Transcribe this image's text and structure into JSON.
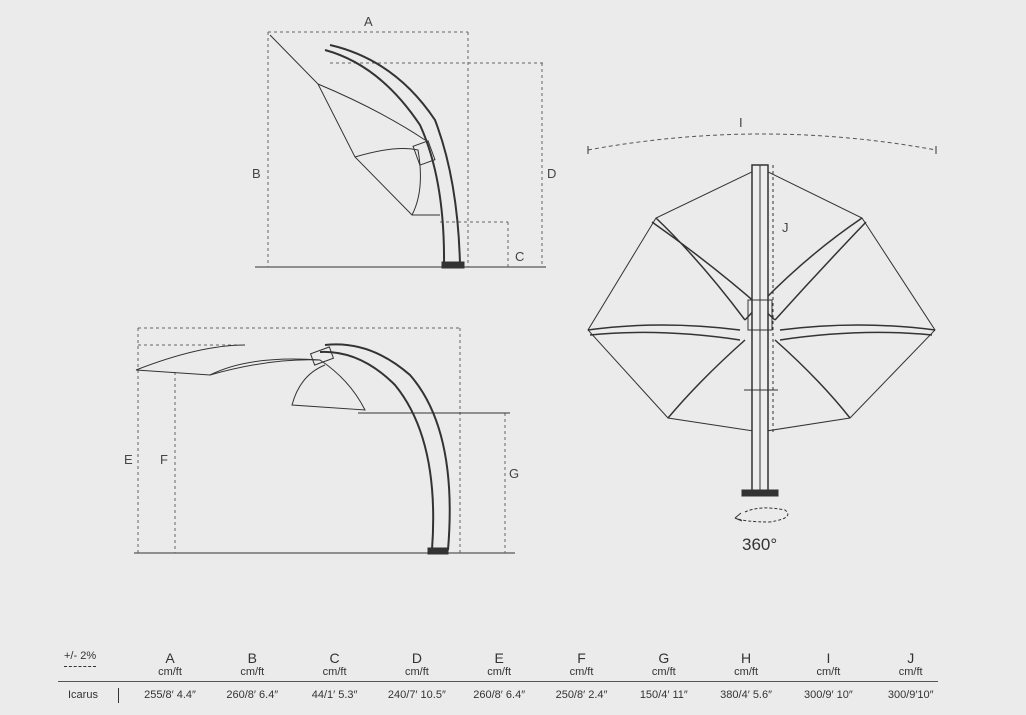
{
  "diagram_labels": {
    "A": "A",
    "B": "B",
    "C": "C",
    "D": "D",
    "E": "E",
    "F": "F",
    "G": "G",
    "I": "I",
    "J": "J",
    "rotation": "360°"
  },
  "table": {
    "tolerance": "+/- 2%",
    "row_label": "Icarus",
    "unit": "cm/ft",
    "columns": [
      {
        "letter": "A",
        "value": "255/8′ 4.4″"
      },
      {
        "letter": "B",
        "value": "260/8′ 6.4″"
      },
      {
        "letter": "C",
        "value": "44/1′ 5.3″"
      },
      {
        "letter": "D",
        "value": "240/7′ 10.5″"
      },
      {
        "letter": "E",
        "value": "260/8′ 6.4″"
      },
      {
        "letter": "F",
        "value": "250/8′ 2.4″"
      },
      {
        "letter": "G",
        "value": "150/4′ 11″"
      },
      {
        "letter": "H",
        "value": "380/4′ 5.6″"
      },
      {
        "letter": "I",
        "value": "300/9′ 10″"
      },
      {
        "letter": "J",
        "value": "300/9′10″"
      }
    ]
  }
}
